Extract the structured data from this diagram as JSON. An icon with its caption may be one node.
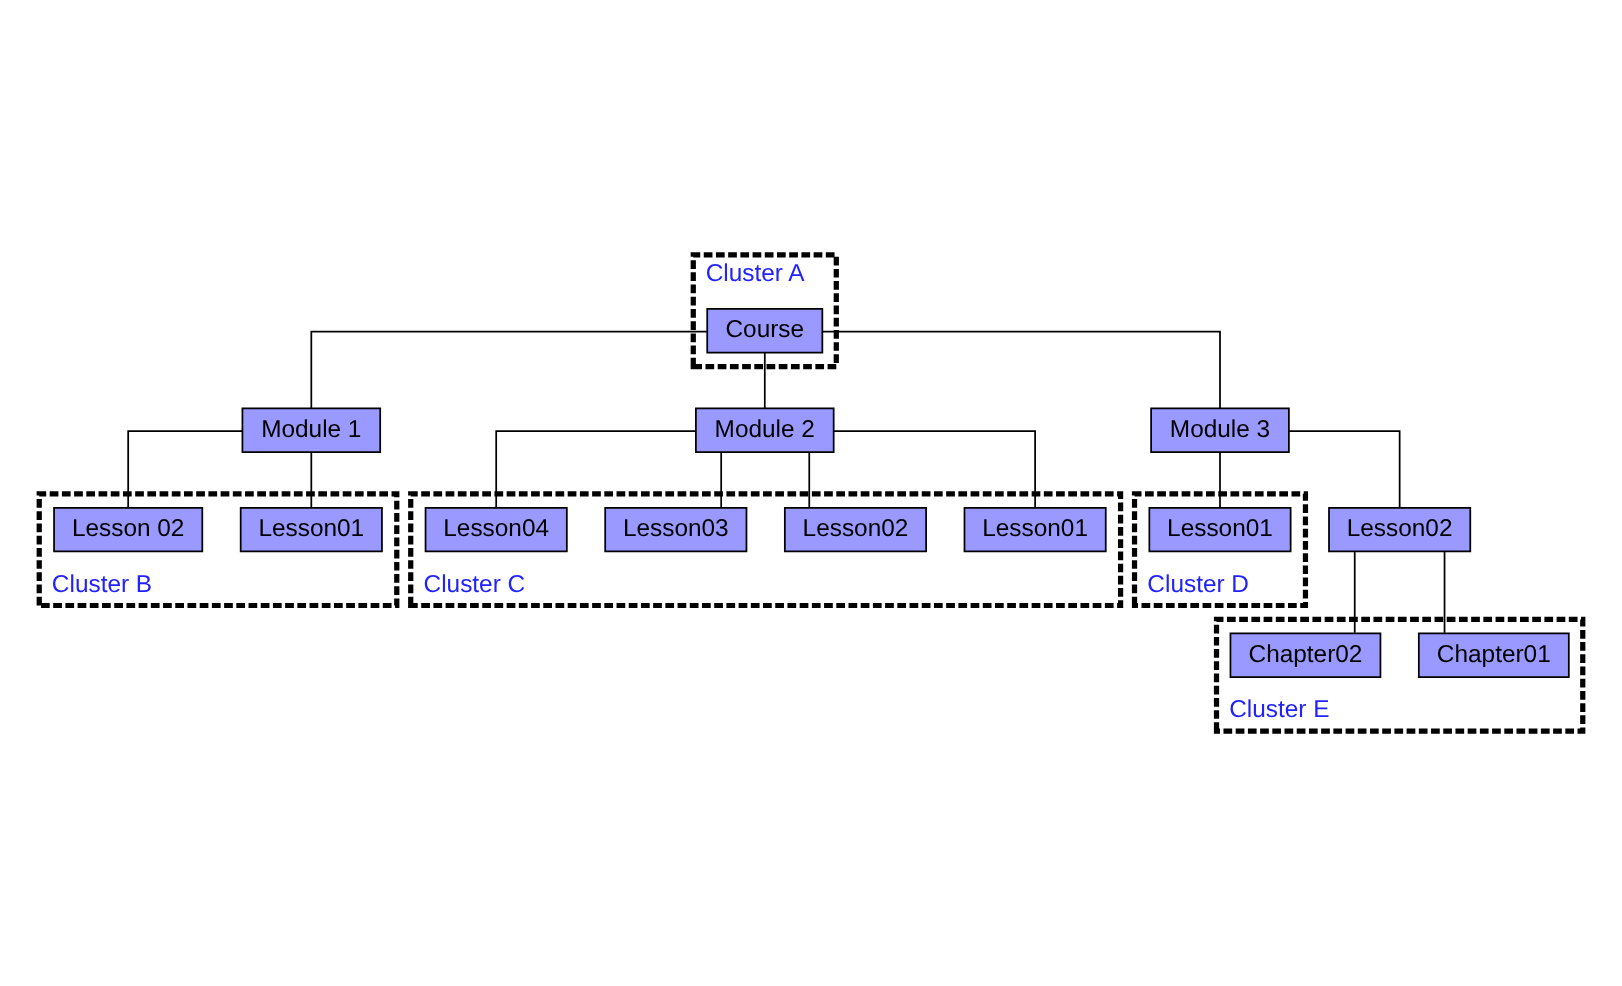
{
  "diagram": {
    "nodes": [
      {
        "text": [
          "Cluster A"
        ]
      },
      {
        "text": [
          "Course"
        ],
        "in": 0
      },
      {
        "text": [
          "Module 1"
        ]
      },
      {
        "text": [
          "Module 2"
        ]
      },
      {
        "text": [
          "Module 3"
        ]
      },
      {
        "text": [
          "Cluster B"
        ]
      },
      {
        "text": [
          "Lesson01"
        ],
        "in": 5
      },
      {
        "text": [
          "Lesson 02"
        ],
        "in": 5
      },
      {
        "text": [
          "Cluster C"
        ]
      },
      {
        "text": [
          "Lesson01"
        ],
        "in": 8
      },
      {
        "text": [
          "Lesson02"
        ],
        "in": 8
      },
      {
        "text": [
          "Lesson03"
        ],
        "in": 8
      },
      {
        "text": [
          "Lesson04"
        ],
        "in": 8
      },
      {
        "text": [
          "Cluster D"
        ]
      },
      {
        "text": [
          "Lesson01"
        ],
        "in": 13
      },
      {
        "text": [
          "Lesson02"
        ]
      },
      {
        "text": [
          "Cluster E"
        ]
      },
      {
        "text": [
          "Chapter01"
        ],
        "in": 16
      },
      {
        "text": [
          "Chapter02"
        ],
        "in": 16
      }
    ],
    "edges": [
      {
        "from": 1,
        "to": 2,
        "arrow": "none"
      },
      {
        "from": 1,
        "to": 3,
        "arrow": "none"
      },
      {
        "from": 1,
        "to": 4,
        "arrow": "none"
      },
      {
        "from": 2,
        "to": 6,
        "arrow": "none"
      },
      {
        "from": 2,
        "to": 7,
        "arrow": "none"
      },
      {
        "from": 3,
        "to": 9,
        "arrow": "none"
      },
      {
        "from": 3,
        "to": 10,
        "arrow": "none"
      },
      {
        "from": 3,
        "to": 11,
        "arrow": "none"
      },
      {
        "from": 3,
        "to": 12,
        "arrow": "none"
      },
      {
        "from": 4,
        "to": 14,
        "arrow": "none"
      },
      {
        "from": 4,
        "to": 15,
        "arrow": "none"
      },
      {
        "from": 15,
        "to": 17,
        "arrow": "none"
      },
      {
        "from": 15,
        "to": 18,
        "arrow": "none"
      }
    ]
  }
}
